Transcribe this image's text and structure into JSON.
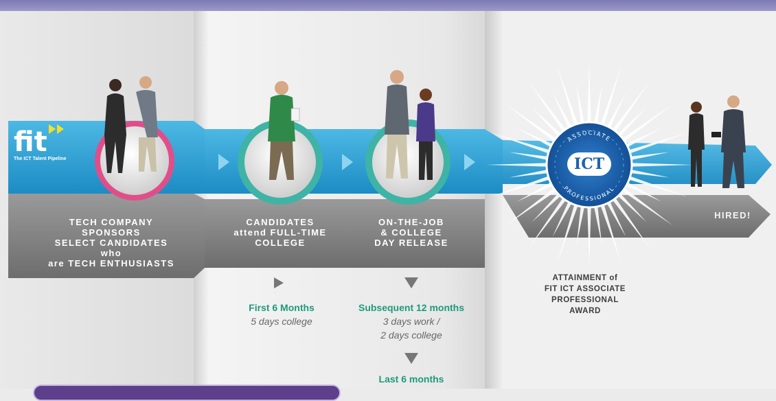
{
  "logo": {
    "brand": "fit",
    "tagline": "The ICT Talent Pipeline"
  },
  "steps": [
    {
      "title_lines": [
        "TECH COMPANY",
        "SPONSORS",
        "SELECT CANDIDATES who",
        "are TECH ENTHUSIASTS"
      ]
    },
    {
      "title_lines": [
        "CANDIDATES",
        "attend FULL-TIME",
        "COLLEGE"
      ]
    },
    {
      "title_lines": [
        "ON-THE-JOB",
        "& COLLEGE",
        "DAY RELEASE"
      ]
    }
  ],
  "hired_label": "HIRED!",
  "phases": {
    "first": {
      "title": "First 6 Months",
      "detail": "5 days college"
    },
    "subsequent": {
      "title": "Subsequent 12 months",
      "detail_lines": [
        "3 days work /",
        "2 days college"
      ]
    },
    "last": {
      "title": "Last 6 months"
    }
  },
  "badge": {
    "center": "ICT",
    "top_arc": "ASSOCIATE",
    "bottom_arc": "PROFESSIONAL"
  },
  "award_lines": [
    "ATTAINMENT of",
    "FIT ICT ASSOCIATE",
    "PROFESSIONAL",
    "AWARD"
  ],
  "colors": {
    "blue_band": "#2a9fd2",
    "grey_band": "#8a8a8a",
    "pink_ring": "#e04e89",
    "teal_ring": "#3fb3a6",
    "badge_blue": "#1f63ad",
    "green_text": "#1e9a7a",
    "purple_bar": "#7d79b4"
  }
}
